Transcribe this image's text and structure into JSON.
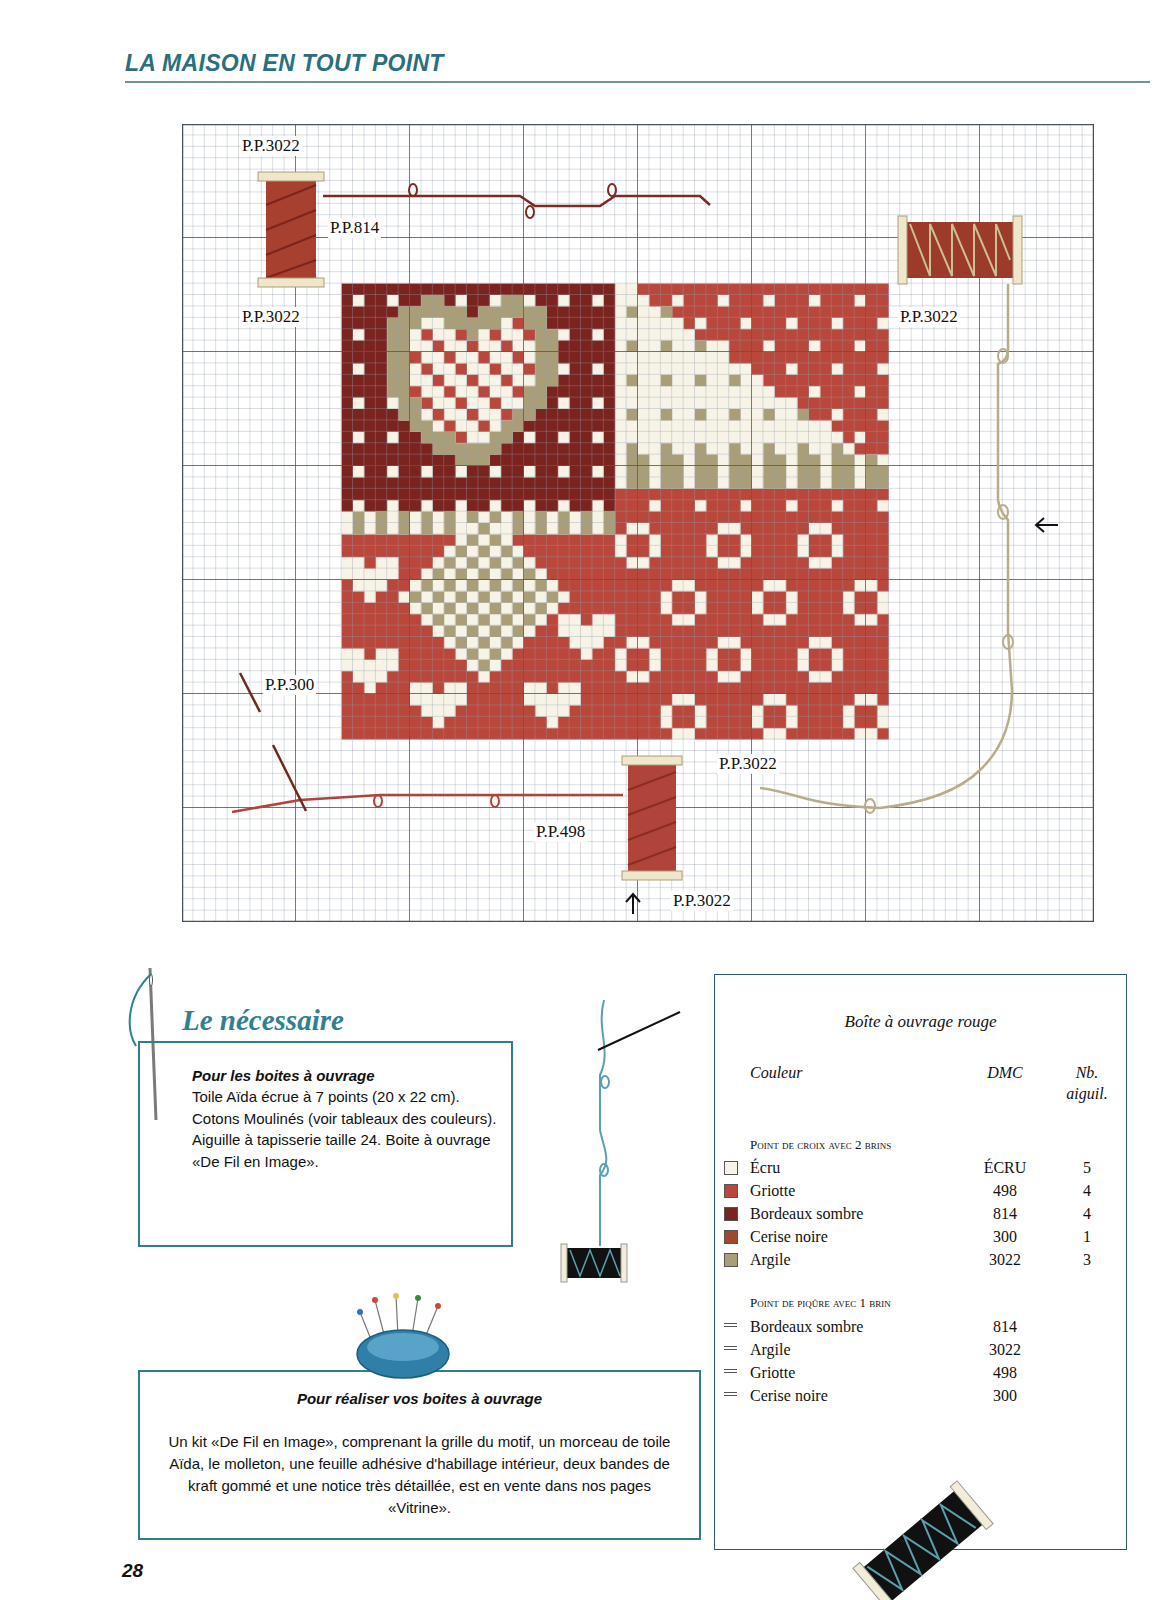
{
  "diagram": {
    "title": "LA MAISON EN TOUT POINT",
    "nodes": [
      {
        "text": [
          "Le nécessaire",
          "Pour les boites à ouvrage",
          "Toile Aïda écrue à 7 points (20 x 22 cm). Cotons Moulinés (voir tableaux des couleurs). Aiguille à tapisserie taille 24. Boite à ouvrage «De Fil en Image»."
        ]
      },
      {
        "text": [
          "Boîte à ouvrage rouge"
        ]
      },
      {
        "text": [
          "Pour réaliser vos boites à ouvrage",
          "Un kit «De Fil en Image», comprenant la grille du motif, un morceau de toile Aïda, le molleton, une feuille adhésive d'habillage intérieur, deux bandes de kraft gommé et une notice très détaillée, est en vente dans nos pages «Vitrine»."
        ]
      }
    ],
    "labels": [
      "P.P.3022",
      "P.P.814",
      "P.P.3022",
      "P.P.3022",
      "P.P.300",
      "P.P.3022",
      "P.P.498",
      "P.P.3022",
      "Couleur",
      "DMC",
      "Nb. aiguil.",
      "Point de croix avec 2 brins",
      "ÉCRU",
      "5",
      "498",
      "4",
      "814",
      "4",
      "300",
      "1",
      "3022",
      "3",
      "Point de piqûre avec 1 brin",
      "814",
      "3022",
      "498",
      "300",
      "28"
    ],
    "legend": [
      {
        "text": "Écru",
        "color": "#f7f3e6"
      },
      {
        "text": "Griotte",
        "color": "#b9473b"
      },
      {
        "text": "Bordeaux sombre",
        "color": "#7b231f"
      },
      {
        "text": "Cerise noire",
        "color": "#a3472a"
      },
      {
        "text": "Argile",
        "color": "#a99e78"
      },
      {
        "text": "Bordeaux sombre"
      },
      {
        "text": "Argile"
      },
      {
        "text": "Griotte"
      },
      {
        "text": "Cerise noire"
      }
    ]
  }
}
